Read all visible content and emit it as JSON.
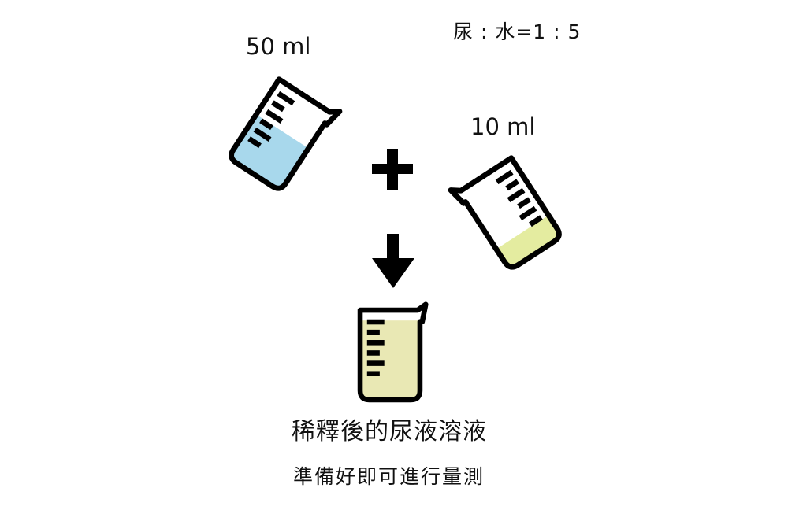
{
  "labels": {
    "ratio": "尿 : 水=1 : 5",
    "water_volume": "50 ml",
    "urine_volume": "10 ml",
    "caption_line1": "稀釋後的尿液溶液",
    "caption_line2": "準備好即可進行量測"
  },
  "colors": {
    "outline": "#000000",
    "water": "#a8d8ec",
    "urine": "#e4eca0",
    "diluted": "#e9e8b4",
    "background": "#ffffff"
  },
  "icons": [
    "beaker-icon",
    "plus-icon",
    "arrow-down-icon"
  ],
  "beakers": [
    {
      "name": "water-beaker",
      "volume": "50 ml",
      "liquid": "water"
    },
    {
      "name": "urine-beaker",
      "volume": "10 ml",
      "liquid": "urine"
    },
    {
      "name": "diluted-beaker",
      "liquid": "diluted"
    }
  ]
}
